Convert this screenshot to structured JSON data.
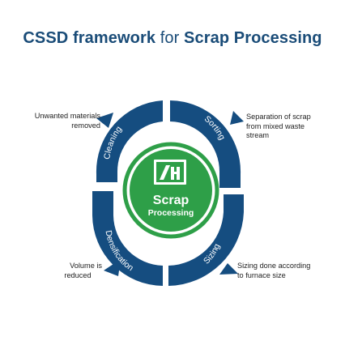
{
  "title": {
    "part1": "CSSD framework",
    "part2": "for",
    "part3": "Scrap Processing"
  },
  "center": {
    "line1": "Scrap",
    "line2": "Processing"
  },
  "segments": [
    {
      "label": "Cleaning"
    },
    {
      "label": "Sorting"
    },
    {
      "label": "Sizing"
    },
    {
      "label": "Densification"
    }
  ],
  "notes": {
    "cleaning": {
      "line1": "Unwanted materials",
      "line2": "removed"
    },
    "sorting": {
      "line1": "Separation of scrap",
      "line2": "from mixed waste",
      "line3": "stream"
    },
    "sizing": {
      "line1": "Sizing done according",
      "line2": "to furnace size"
    },
    "densification": {
      "line1": "Volume is",
      "line2": "reduced"
    }
  },
  "colors": {
    "ring": "#154d80",
    "green": "#2e9f48",
    "title": "#1a4c78",
    "text": "#222222"
  },
  "icons": {
    "logo": "company-logo",
    "arrows": "arrowhead-icon"
  }
}
